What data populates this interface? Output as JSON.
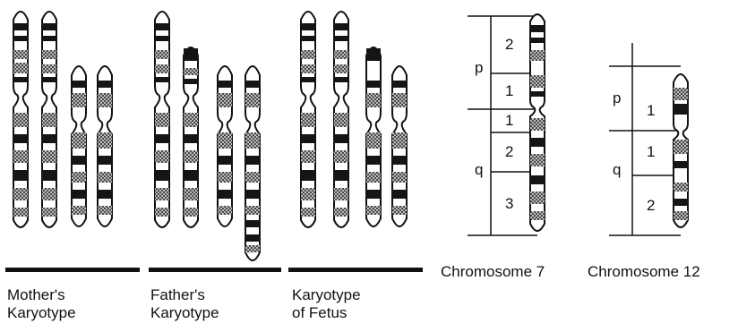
{
  "groups": [
    {
      "label_line1": "Mother's",
      "label_line2": "Karyotype"
    },
    {
      "label_line1": "Father's",
      "label_line2": "Karyotype"
    },
    {
      "label_line1": "Karyotype",
      "label_line2": "of Fetus"
    }
  ],
  "chromosome_7": {
    "title": "Chromosome 7",
    "arm_p": "p",
    "arm_q": "q",
    "p_regions": [
      "2",
      "1"
    ],
    "q_regions": [
      "1",
      "2",
      "3"
    ]
  },
  "chromosome_12": {
    "title": "Chromosome 12",
    "arm_p": "p",
    "arm_q": "q",
    "p_regions": [
      "1"
    ],
    "q_regions": [
      "1",
      "2"
    ]
  },
  "colors": {
    "ink": "#111111",
    "band_dark": "#151515",
    "band_gray": "#8a8a8a",
    "band_light": "#ffffff"
  }
}
